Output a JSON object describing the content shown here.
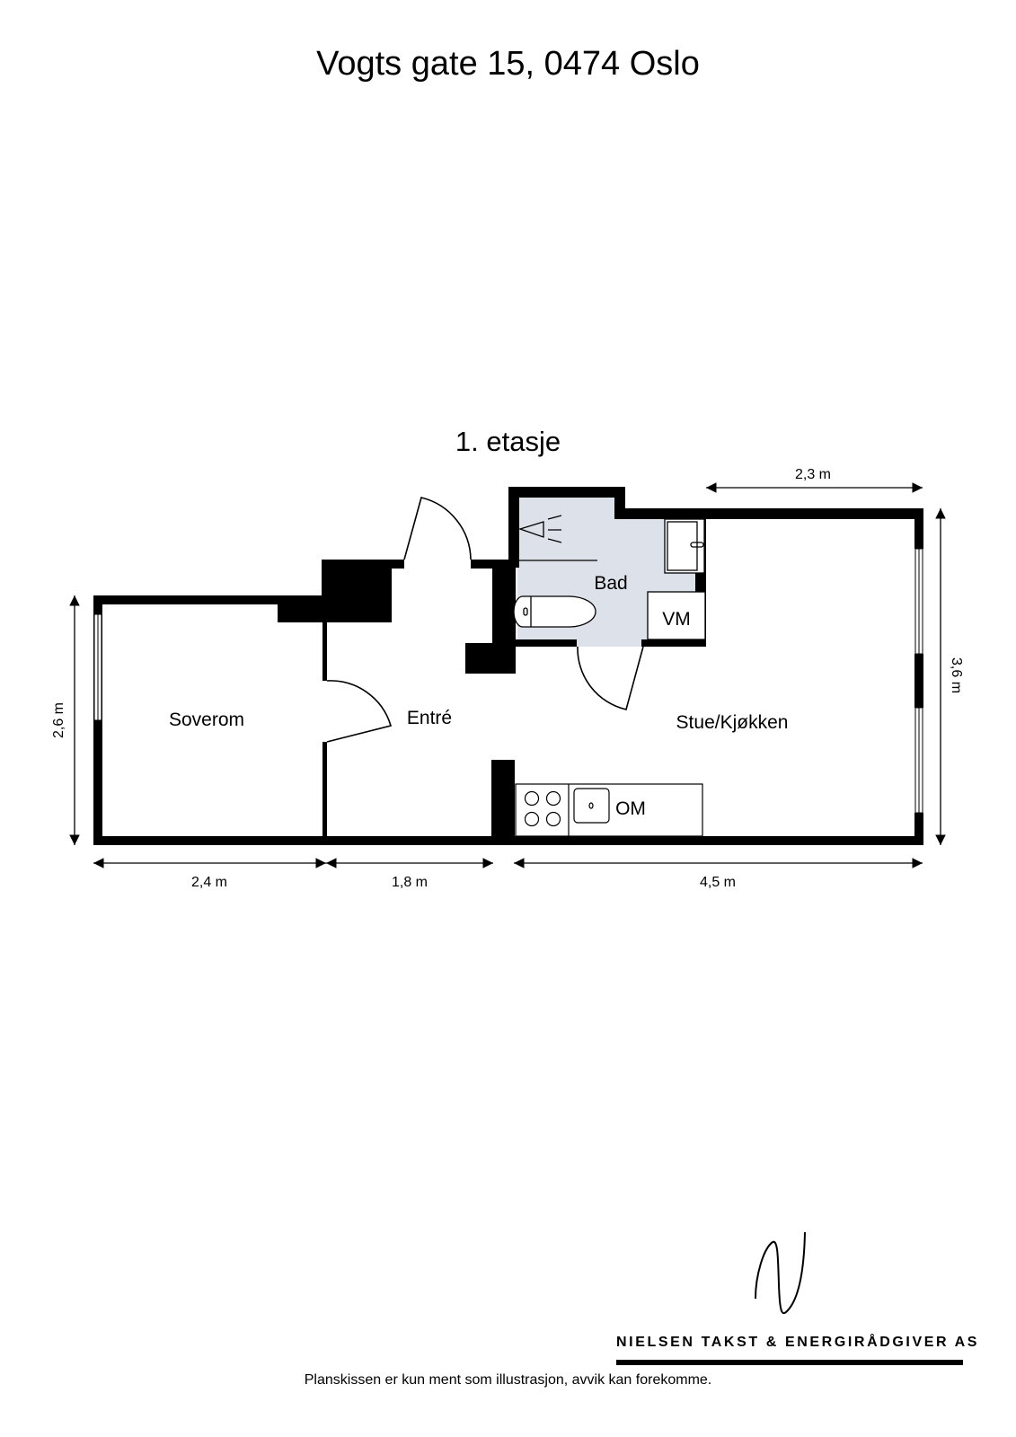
{
  "header": {
    "title": "Vogts gate 15, 0474 Oslo"
  },
  "floor": {
    "title": "1. etasje"
  },
  "rooms": {
    "bedroom": "Soverom",
    "entrance": "Entré",
    "bathroom": "Bad",
    "washing_machine": "VM",
    "living_kitchen": "Stue/Kjøkken",
    "kitchen_appliance": "OM"
  },
  "dimensions": {
    "bedroom_width": "2,4 m",
    "entrance_width": "1,8 m",
    "living_width": "4,5 m",
    "living_top_width": "2,3 m",
    "bedroom_depth": "2,6 m",
    "living_depth": "3,6 m"
  },
  "colors": {
    "wall": "#000000",
    "bathroom_floor": "#dde1e9",
    "background": "#ffffff"
  },
  "footer": {
    "company": "NIELSEN TAKST & ENERGIRÅDGIVER AS",
    "disclaimer": "Planskissen er kun ment som illustrasjon, avvik kan forekomme."
  }
}
